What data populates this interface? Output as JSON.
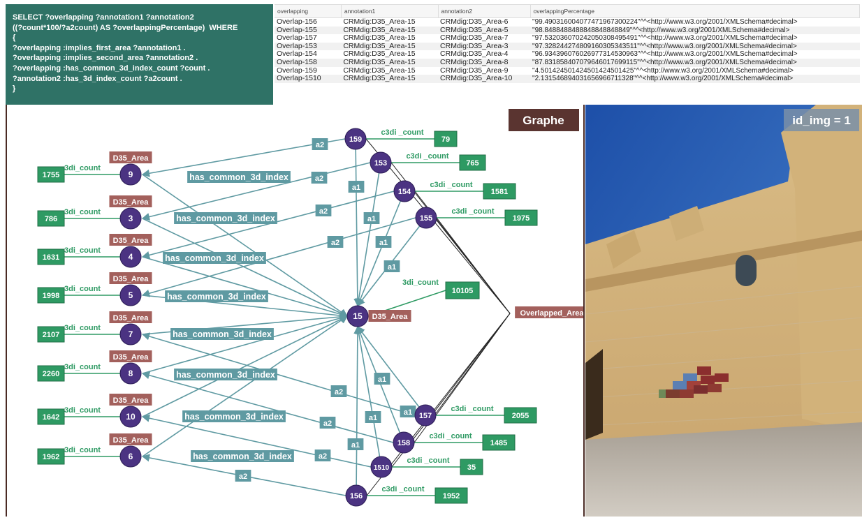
{
  "query": {
    "lines": [
      "SELECT ?overlapping ?annotation1 ?annotation2",
      "((?count*100/?a2count) AS ?overlappingPercentage)  WHERE",
      "{",
      "?overlapping :implies_first_area ?annotation1 .",
      "?overlapping :implies_second_area ?annotation2 .",
      "?overlapping :has_common_3d_index_count ?count .",
      "?annotation2 :has_3d_index_count ?a2count .",
      "}"
    ]
  },
  "results": {
    "columns": [
      "overlapping",
      "annotation1",
      "annotation2",
      "overlappingPercentage"
    ],
    "rows": [
      [
        "Overlap-156",
        "CRMdig:D35_Area-15",
        "CRMdig:D35_Area-6",
        "\"99.49031600407747196730022​4\"^^<http://www.w3.org/2001/XMLSchema#decimal>"
      ],
      [
        "Overlap-155",
        "CRMdig:D35_Area-15",
        "CRMdig:D35_Area-5",
        "\"98.8488488488848848848849\"^^<http://www.w3.org/2001/XMLSchema#decimal>"
      ],
      [
        "Overlap-157",
        "CRMdig:D35_Area-15",
        "CRMdig:D35_Area-7",
        "\"97.5320360702420503084954​91\"^^<http://www.w3.org/2001/XMLSchema#decimal>"
      ],
      [
        "Overlap-153",
        "CRMdig:D35_Area-15",
        "CRMdig:D35_Area-3",
        "\"97.3282442748091603053435​11\"^^<http://www.w3.org/2001/XMLSchema#decimal>"
      ],
      [
        "Overlap-154",
        "CRMdig:D35_Area-15",
        "CRMdig:D35_Area-4",
        "\"96.9343960760269773145309​63\"^^<http://www.w3.org/2001/XMLSchema#decimal>"
      ],
      [
        "Overlap-158",
        "CRMdig:D35_Area-15",
        "CRMdig:D35_Area-8",
        "\"87.8318584070796460176991​15\"^^<http://www.w3.org/2001/XMLSchema#decimal>"
      ],
      [
        "Overlap-159",
        "CRMdig:D35_Area-15",
        "CRMdig:D35_Area-9",
        "\"4.501424501424501424501425\"^^<http://www.w3.org/2001/XMLSchema#decimal>"
      ],
      [
        "Overlap-1510",
        "CRMdig:D35_Area-15",
        "CRMdig:D35_Area-10",
        "\"2.131546894031656966711328\"^^<http://www.w3.org/2001/XMLSchema#decimal>"
      ]
    ]
  },
  "graph": {
    "title": "Graphe",
    "center": {
      "id": "15",
      "label": "D35_Area",
      "count": "10105"
    },
    "overlapped_label": "Overlapped_Area",
    "count_label": "3di_count",
    "c3di_label": "c3di _count",
    "has_label": "has_common_3d_index",
    "a1_label": "a1",
    "a2_label": "a2",
    "areas": [
      {
        "id": "9",
        "count": "1755"
      },
      {
        "id": "3",
        "count": "786"
      },
      {
        "id": "4",
        "count": "1631"
      },
      {
        "id": "5",
        "count": "1998"
      },
      {
        "id": "7",
        "count": "2107"
      },
      {
        "id": "8",
        "count": "2260"
      },
      {
        "id": "10",
        "count": "1642"
      },
      {
        "id": "6",
        "count": "1962"
      }
    ],
    "overlaps": [
      {
        "id": "159",
        "count": "79"
      },
      {
        "id": "153",
        "count": "765"
      },
      {
        "id": "154",
        "count": "1581"
      },
      {
        "id": "155",
        "count": "1975"
      },
      {
        "id": "157",
        "count": "2055"
      },
      {
        "id": "158",
        "count": "1485"
      },
      {
        "id": "1510",
        "count": "35"
      },
      {
        "id": "156",
        "count": "1952"
      }
    ]
  },
  "photo": {
    "label": "id_img = 1"
  },
  "colors": {
    "query_bg": "#2f7266",
    "node": "#4b3382",
    "area_label": "#a3605c",
    "count_box": "#2e9a63",
    "edge": "#5f9aa2",
    "title_bg": "#5a3430"
  }
}
